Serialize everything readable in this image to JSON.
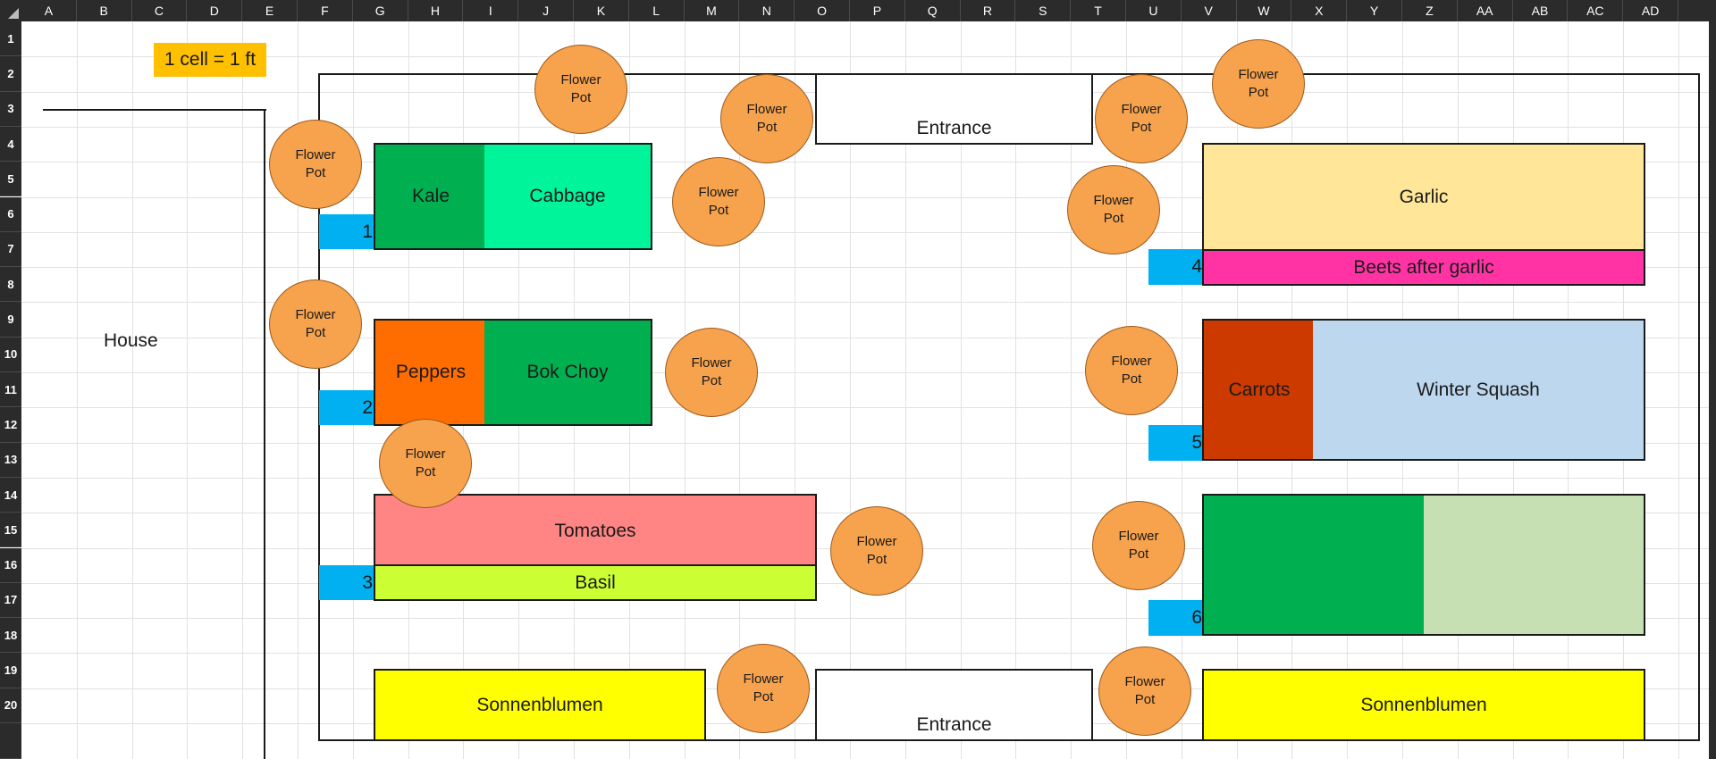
{
  "columns": [
    "A",
    "B",
    "C",
    "D",
    "E",
    "F",
    "G",
    "H",
    "I",
    "J",
    "K",
    "L",
    "M",
    "N",
    "O",
    "P",
    "Q",
    "R",
    "S",
    "T",
    "U",
    "V",
    "W",
    "X",
    "Y",
    "Z",
    "AA",
    "AB",
    "AC",
    "AD"
  ],
  "rows": [
    "1",
    "2",
    "3",
    "4",
    "5",
    "6",
    "7",
    "8",
    "9",
    "10",
    "11",
    "12",
    "13",
    "14",
    "15",
    "16",
    "17",
    "18",
    "19",
    "20"
  ],
  "scale_note": "1 cell = 1 ft",
  "house": "House",
  "entrances": [
    "Entrance",
    "Entrance"
  ],
  "flower_pot": "Flower\nPot",
  "beds": [
    {
      "number": "1",
      "plants": [
        "Kale",
        "Cabbage"
      ]
    },
    {
      "number": "2",
      "plants": [
        "Peppers",
        "Bok Choy"
      ]
    },
    {
      "number": "3",
      "plants": [
        "Tomatoes",
        "Basil"
      ]
    },
    {
      "number": "4",
      "plants": [
        "Garlic",
        "Beets after garlic"
      ]
    },
    {
      "number": "5",
      "plants": [
        "Carrots",
        "Winter Squash"
      ]
    },
    {
      "number": "6",
      "plants": [
        "",
        ""
      ]
    }
  ],
  "sunflowers": [
    "Sonnenblumen",
    "Sonnenblumen"
  ],
  "colors": {
    "kale": "#00b050",
    "cabbage": "#00f59a",
    "peppers": "#ff6d00",
    "bok_choy": "#00b050",
    "tomatoes": "#ff8585",
    "basil": "#ccff33",
    "garlic": "#ffe699",
    "beets": "#ff33a3",
    "carrots": "#cc3a00",
    "winter_squash": "#bdd7ee",
    "bed6_left": "#00b050",
    "bed6_right": "#c6e0b4",
    "sunflowers": "#ffff00",
    "bed_number": "#00b0f0",
    "scale_note": "#ffc000",
    "flower_pot": "#f7a24d"
  }
}
